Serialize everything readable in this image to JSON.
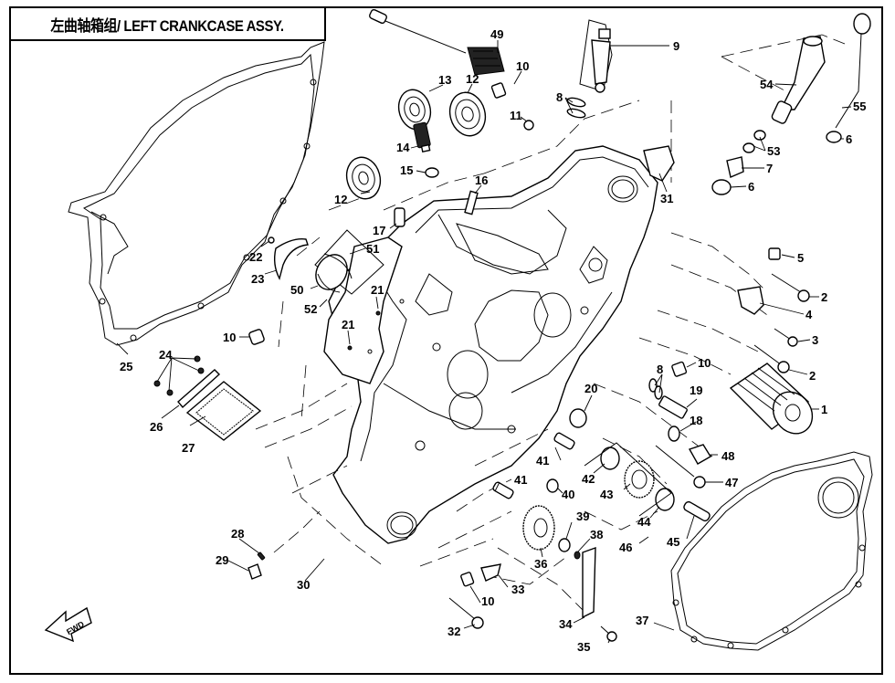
{
  "title": "左曲轴箱组/ LEFT CRANKCASE ASSY.",
  "direction_marker": "FWD",
  "callouts": [
    {
      "id": "c49",
      "label": "49",
      "part": "speed-sensor-cable"
    },
    {
      "id": "c9",
      "label": "9",
      "part": "relief-valve-assy"
    },
    {
      "id": "c10a",
      "label": "10",
      "part": "dowel-pin"
    },
    {
      "id": "c12a",
      "label": "12",
      "part": "bearing"
    },
    {
      "id": "c13",
      "label": "13",
      "part": "bearing"
    },
    {
      "id": "c8a",
      "label": "8",
      "part": "o-rings"
    },
    {
      "id": "c11",
      "label": "11",
      "part": "plug"
    },
    {
      "id": "c14",
      "label": "14",
      "part": "pressure-switch"
    },
    {
      "id": "c15",
      "label": "15",
      "part": "washer"
    },
    {
      "id": "c12b",
      "label": "12",
      "part": "bearing"
    },
    {
      "id": "c16",
      "label": "16",
      "part": "label"
    },
    {
      "id": "c31",
      "label": "31",
      "part": "breather-fitting"
    },
    {
      "id": "c54",
      "label": "54",
      "part": "breather-hose"
    },
    {
      "id": "c55",
      "label": "55",
      "part": "dipstick"
    },
    {
      "id": "c6a",
      "label": "6",
      "part": "o-ring"
    },
    {
      "id": "c53",
      "label": "53",
      "part": "o-rings"
    },
    {
      "id": "c7",
      "label": "7",
      "part": "fitting"
    },
    {
      "id": "c6b",
      "label": "6",
      "part": "o-ring"
    },
    {
      "id": "c17",
      "label": "17",
      "part": "oil-jet"
    },
    {
      "id": "c22",
      "label": "22",
      "part": "bolt"
    },
    {
      "id": "c23",
      "label": "23",
      "part": "guide"
    },
    {
      "id": "c51",
      "label": "51",
      "part": "bushing"
    },
    {
      "id": "c50",
      "label": "50",
      "part": "bushing"
    },
    {
      "id": "c52",
      "label": "52",
      "part": "bushing-assy"
    },
    {
      "id": "c21a",
      "label": "21",
      "part": "pin"
    },
    {
      "id": "c21b",
      "label": "21",
      "part": "pin"
    },
    {
      "id": "c5",
      "label": "5",
      "part": "dowel"
    },
    {
      "id": "c2a",
      "label": "2",
      "part": "bolt"
    },
    {
      "id": "c4",
      "label": "4",
      "part": "plate"
    },
    {
      "id": "c3",
      "label": "3",
      "part": "bolt"
    },
    {
      "id": "c2b",
      "label": "2",
      "part": "bolt"
    },
    {
      "id": "c1",
      "label": "1",
      "part": "oil-filter"
    },
    {
      "id": "c10b",
      "label": "10",
      "part": "dowel-pin"
    },
    {
      "id": "c25",
      "label": "25",
      "part": "gasket"
    },
    {
      "id": "c24",
      "label": "24",
      "part": "bolts"
    },
    {
      "id": "c26",
      "label": "26",
      "part": "plate"
    },
    {
      "id": "c27",
      "label": "27",
      "part": "oil-strainer"
    },
    {
      "id": "c10c",
      "label": "10",
      "part": "dowel-pin"
    },
    {
      "id": "c8b",
      "label": "8",
      "part": "o-rings"
    },
    {
      "id": "c19",
      "label": "19",
      "part": "relief-valve"
    },
    {
      "id": "c18",
      "label": "18",
      "part": "washer"
    },
    {
      "id": "c20",
      "label": "20",
      "part": "oil-seal"
    },
    {
      "id": "c48",
      "label": "48",
      "part": "drain-plug"
    },
    {
      "id": "c47",
      "label": "47",
      "part": "bolt"
    },
    {
      "id": "c41a",
      "label": "41",
      "part": "shaft"
    },
    {
      "id": "c41b",
      "label": "41",
      "part": "shaft"
    },
    {
      "id": "c40",
      "label": "40",
      "part": "collar"
    },
    {
      "id": "c42",
      "label": "42",
      "part": "bearing"
    },
    {
      "id": "c43",
      "label": "43",
      "part": "gear"
    },
    {
      "id": "c44",
      "label": "44",
      "part": "bearing"
    },
    {
      "id": "c45",
      "label": "45",
      "part": "shaft"
    },
    {
      "id": "c46",
      "label": "46",
      "part": "gear-assy"
    },
    {
      "id": "c36",
      "label": "36",
      "part": "gear"
    },
    {
      "id": "c39",
      "label": "39",
      "part": "washer"
    },
    {
      "id": "c38",
      "label": "38",
      "part": "circlip"
    },
    {
      "id": "c28",
      "label": "28",
      "part": "washer"
    },
    {
      "id": "c29",
      "label": "29",
      "part": "bolt"
    },
    {
      "id": "c30",
      "label": "30",
      "part": "left-crankcase"
    },
    {
      "id": "c33",
      "label": "33",
      "part": "clamp"
    },
    {
      "id": "c10d",
      "label": "10",
      "part": "dowel-pin"
    },
    {
      "id": "c32",
      "label": "32",
      "part": "bolt"
    },
    {
      "id": "c34",
      "label": "34",
      "part": "plate"
    },
    {
      "id": "c35",
      "label": "35",
      "part": "bolt"
    },
    {
      "id": "c37",
      "label": "37",
      "part": "gasket"
    }
  ]
}
